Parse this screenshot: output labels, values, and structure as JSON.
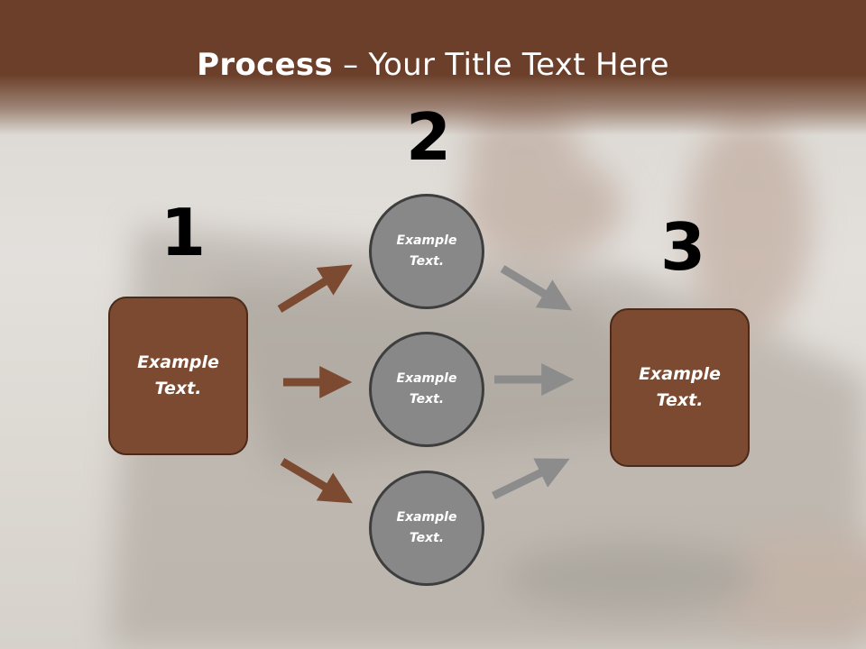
{
  "title": {
    "bold": "Process",
    "rest": " – Your Title Text Here"
  },
  "steps": {
    "one": "1",
    "two": "2",
    "three": "3"
  },
  "left_box": {
    "label": "Example\nText."
  },
  "right_box": {
    "label": "Example\nText."
  },
  "circles": [
    {
      "label": "Example\nText."
    },
    {
      "label": "Example\nText."
    },
    {
      "label": "Example\nText."
    }
  ],
  "colors": {
    "brown": "#7b4a31",
    "title_band": "#6b3f29",
    "circle_gray": "#888888",
    "arrow_gray": "#8c8c8c"
  }
}
